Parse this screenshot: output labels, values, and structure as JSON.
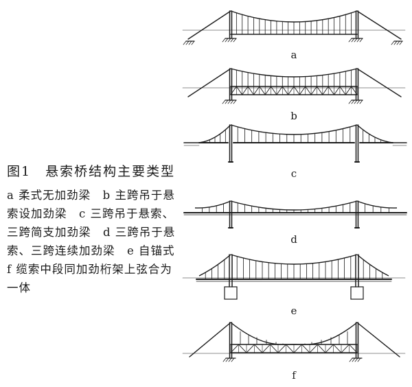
{
  "figure": {
    "caption_title": "图1　悬索桥结构主要类型",
    "caption_body": "a 柔式无加劲梁　b 主跨吊于悬索设加劲梁　c 三跨吊于悬索、三跨简支加劲梁　d 三跨吊于悬索、三跨连续加劲梁　e 自锚式　f 缆索中段同加劲桁架上弦合为一体"
  },
  "diagrams": [
    {
      "label": "a",
      "type": "flexible-no-stiffening"
    },
    {
      "label": "b",
      "type": "main-span-truss"
    },
    {
      "label": "c",
      "type": "three-span-simple"
    },
    {
      "label": "d",
      "type": "three-span-continuous"
    },
    {
      "label": "e",
      "type": "self-anchored"
    },
    {
      "label": "f",
      "type": "cable-merged-truss"
    }
  ],
  "colors": {
    "ink": "#1a1a1a",
    "background": "#ffffff"
  }
}
